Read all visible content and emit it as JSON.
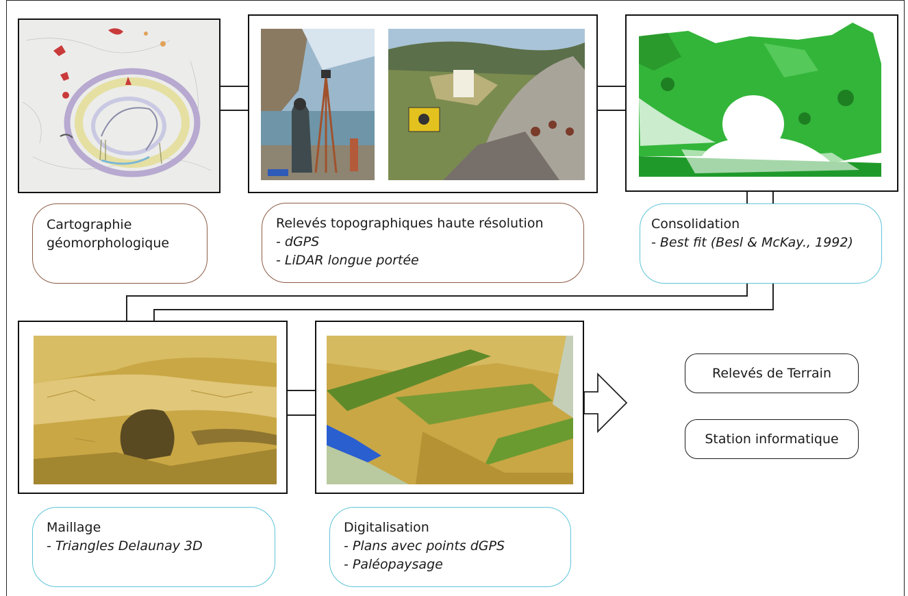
{
  "steps": {
    "cartographie": {
      "line1": "Cartographie",
      "line2": "géomorphologique"
    },
    "releves": {
      "title": "Relevés topographiques haute résolution",
      "items": [
        "- dGPS",
        "- LiDAR longue portée"
      ]
    },
    "consolidation": {
      "title": "Consolidation",
      "items": [
        "- Best fit (Besl & McKay., 1992)"
      ]
    },
    "maillage": {
      "title": "Maillage",
      "items": [
        "- Triangles Delaunay 3D"
      ]
    },
    "digitalisation": {
      "title": "Digitalisation",
      "items": [
        "- Plans avec points dGPS",
        "- Paléopaysage"
      ]
    }
  },
  "legend": {
    "terrain": "Relevés de Terrain",
    "station": "Station informatique"
  },
  "colors": {
    "terrain_border": "#8b5a43",
    "station_border": "#5ec3d8",
    "frame": "#111111"
  }
}
